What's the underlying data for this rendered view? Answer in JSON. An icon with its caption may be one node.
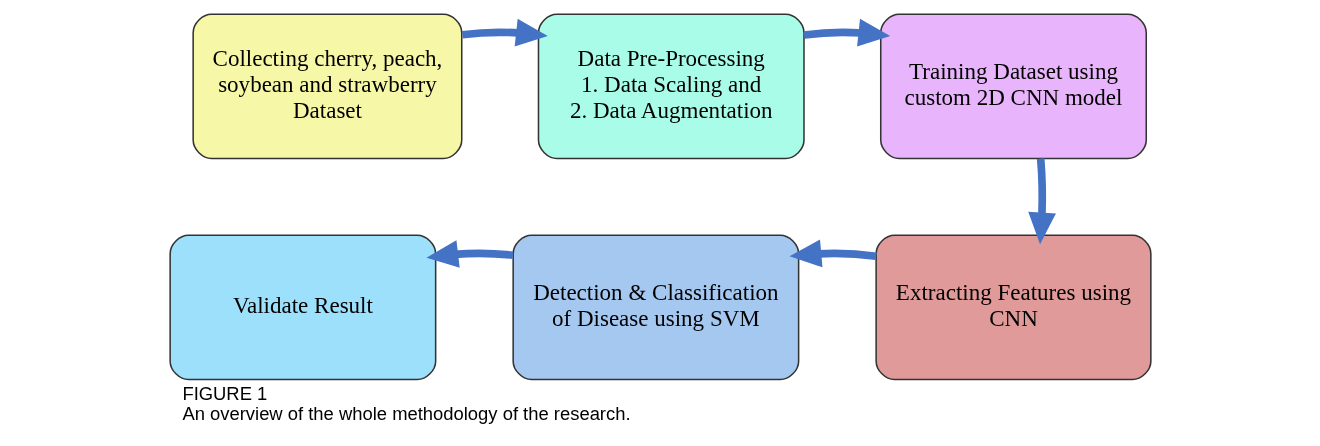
{
  "diagram": {
    "title": "FIGURE 1",
    "caption": "An overview of the whole methodology of the research.",
    "nodes": [
      {
        "text": [
          "Collecting cherry, peach, soybean and strawberry Dataset"
        ]
      },
      {
        "text": [
          "Data Pre-Processing",
          "1. Data Scaling and",
          "2. Data Augmentation"
        ]
      },
      {
        "text": [
          "Training Dataset using custom 2D CNN model"
        ]
      },
      {
        "text": [
          "Extracting Features using CNN"
        ]
      },
      {
        "text": [
          "Detection & Classification of Disease using SVM"
        ]
      },
      {
        "text": [
          "Validate Result"
        ]
      }
    ],
    "edges": [
      {
        "from": 0,
        "to": 1,
        "arrow": "to"
      },
      {
        "from": 1,
        "to": 2,
        "arrow": "to"
      },
      {
        "from": 2,
        "to": 3,
        "arrow": "to"
      },
      {
        "from": 3,
        "to": 4,
        "arrow": "to"
      },
      {
        "from": 4,
        "to": 5,
        "arrow": "to"
      }
    ]
  }
}
